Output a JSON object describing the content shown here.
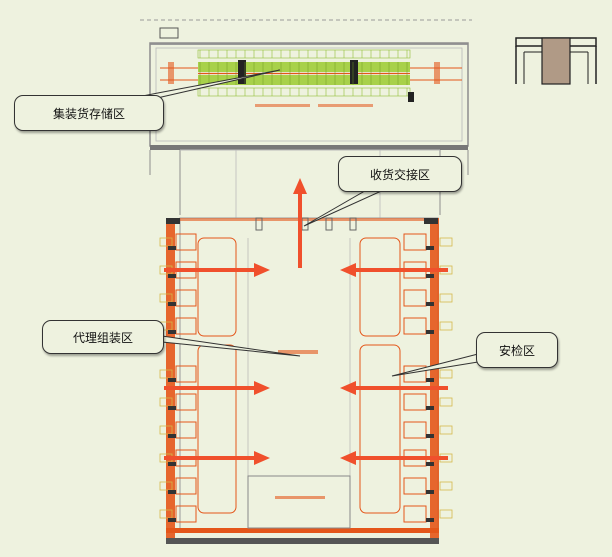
{
  "callouts": {
    "storage": "集装货存储区",
    "receiving": "收货交接区",
    "agent": "代理组装区",
    "security": "安检区"
  },
  "colors": {
    "background": "#eef2df",
    "wall": "#e4561a",
    "arrow": "#f0502c",
    "shelf": "#9ccc3c",
    "line": "#555555"
  }
}
